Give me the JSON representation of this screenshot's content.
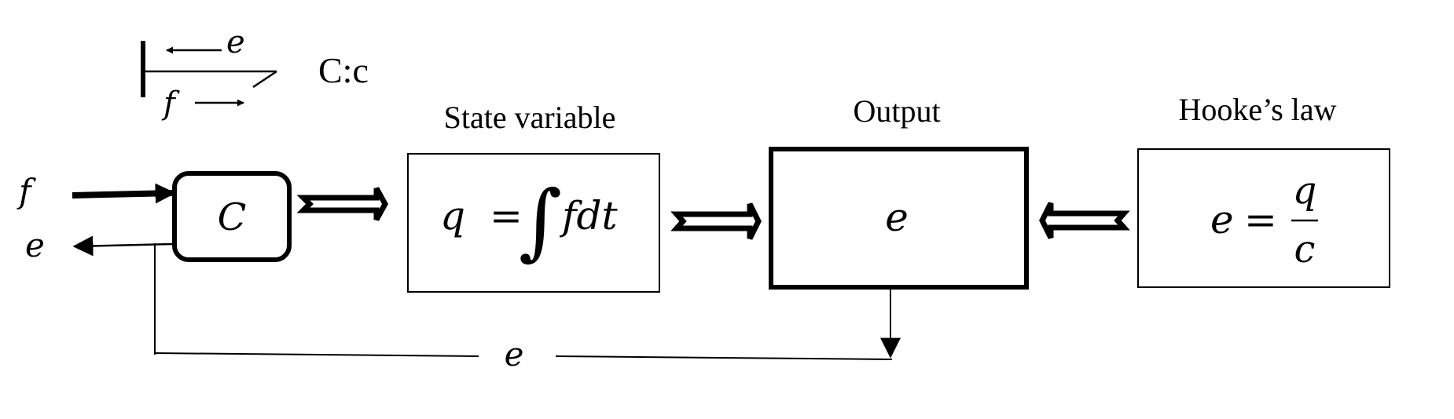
{
  "legend": {
    "effort_symbol": "e",
    "flow_symbol": "f",
    "element_label": "C:c"
  },
  "ports": {
    "input_flow": "f",
    "output_effort": "e"
  },
  "blocks": {
    "element": {
      "label": "C"
    },
    "state_variable": {
      "heading": "State variable",
      "lhs": "q",
      "equals": "=",
      "integral_sign": "∫",
      "integrand": "fdt"
    },
    "output": {
      "heading": "Output",
      "content": "e"
    },
    "constitutive_law": {
      "heading": "Hooke’s law",
      "lhs": "e",
      "equals": "=",
      "numerator": "q",
      "denominator": "c"
    }
  },
  "feedback": {
    "label": "e"
  },
  "colors": {
    "ink": "#000000",
    "background": "#ffffff"
  }
}
